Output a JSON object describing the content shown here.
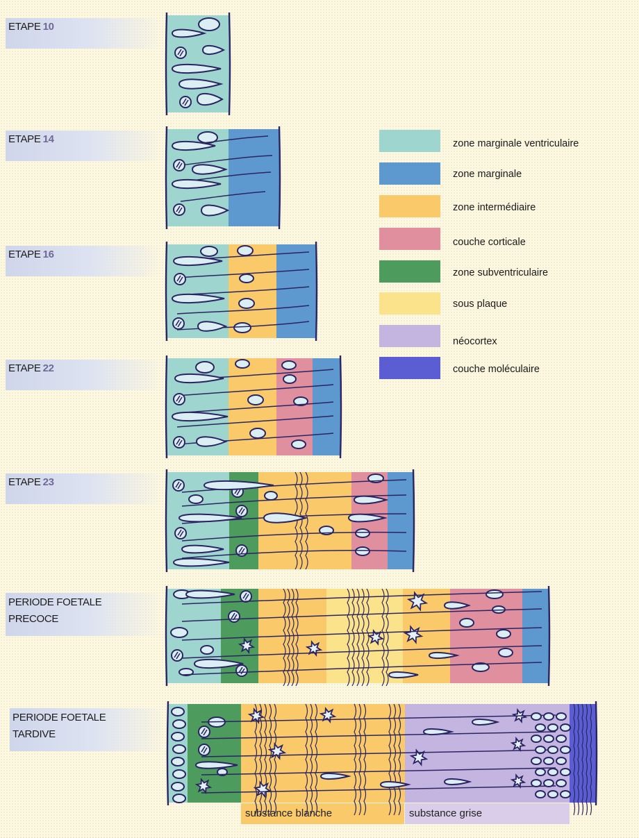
{
  "stages": [
    {
      "label": "ETAPE",
      "number": "10"
    },
    {
      "label": "ETAPE",
      "number": "14"
    },
    {
      "label": "ETAPE",
      "number": "16"
    },
    {
      "label": "ETAPE",
      "number": "22"
    },
    {
      "label": "ETAPE",
      "number": "23"
    },
    {
      "line1": "PERIODE FOETALE",
      "line2": "PRECOCE"
    },
    {
      "line1": "PERIODE FOETALE",
      "line2": "TARDIVE"
    }
  ],
  "legend": [
    {
      "label": "zone marginale ventriculaire",
      "color": "#9ed5cf"
    },
    {
      "label": "zone marginale",
      "color": "#5d98cf"
    },
    {
      "label": "zone intermédiaire",
      "color": "#f9c96a"
    },
    {
      "label": "couche corticale",
      "color": "#df8f9e"
    },
    {
      "label": "zone subventriculaire",
      "color": "#4d9b5d"
    },
    {
      "label": "sous plaque",
      "color": "#fbe38c"
    },
    {
      "label": "néocortex",
      "color": "#c3b5e0"
    },
    {
      "label": "couche moléculaire",
      "color": "#5a5ed2"
    }
  ],
  "bottom_labels": {
    "white_matter": "substance blanche",
    "gray_matter": "substance grise"
  }
}
